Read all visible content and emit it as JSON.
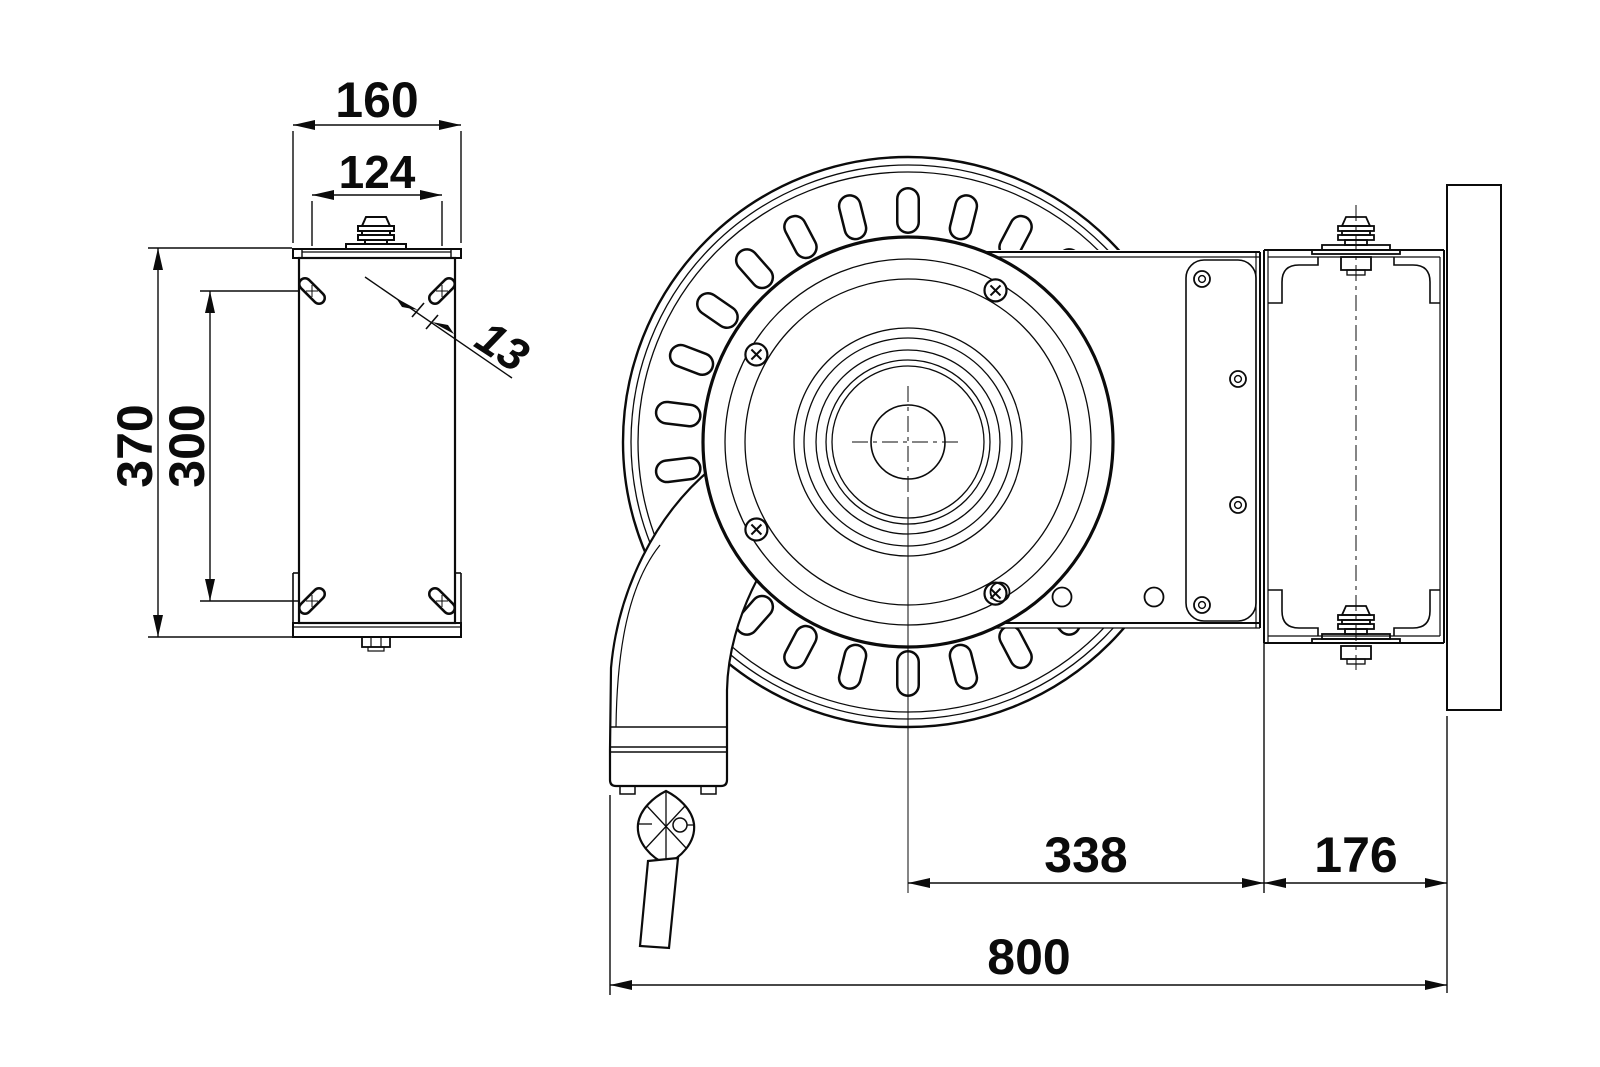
{
  "drawing": {
    "type": "technical-dimension-drawing",
    "subject": "hose-reel with wall swivel bracket, side view and front view",
    "line_color": "#0b0b0b",
    "background": "#ffffff"
  },
  "dims": {
    "d160": "160",
    "d124": "124",
    "d370": "370",
    "d300": "300",
    "d13": "13",
    "d338": "338",
    "d176": "176",
    "d800": "800"
  }
}
